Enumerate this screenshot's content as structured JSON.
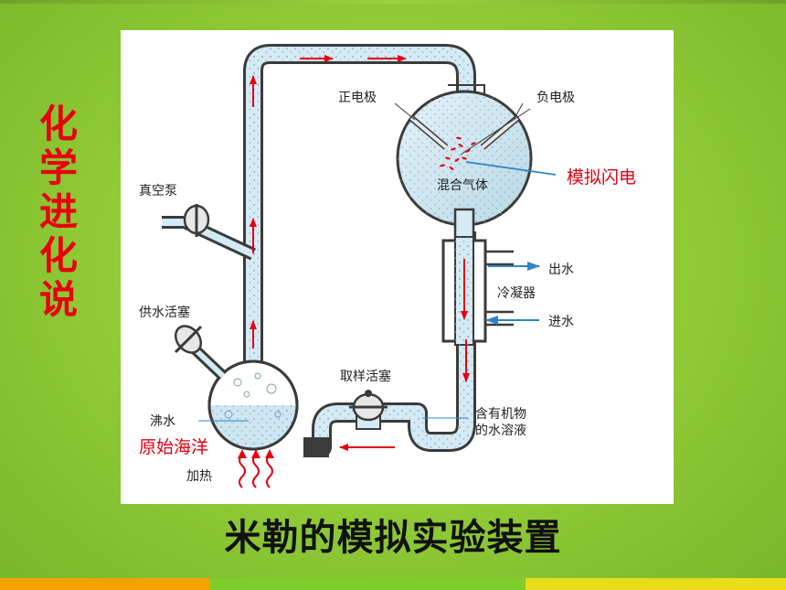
{
  "slide": {
    "vertical_title": "化学进化说",
    "caption": "米勒的模拟实验装置"
  },
  "diagram": {
    "labels": {
      "positive_electrode": "正电极",
      "negative_electrode": "负电极",
      "mixed_gas": "混合气体",
      "simulated_lightning": "模拟闪电",
      "vacuum_pump": "真空泵",
      "water_supply_stopcock": "供水活塞",
      "water_out": "出水",
      "condenser": "冷凝器",
      "water_in": "进水",
      "sampling_stopcock": "取样活塞",
      "boiling_water": "沸水",
      "primitive_ocean": "原始海洋",
      "organic_solution_line1": "含有机物",
      "organic_solution_line2": "的水溶液",
      "heating": "加热"
    }
  },
  "colors": {
    "title_red": "#e8000e",
    "arrow_red": "#e60012",
    "pointer_blue": "#2e84c6",
    "glass_fill": "#d4eaf4",
    "bar_orange": "#f4a400",
    "bar_green": "#7fcd2a",
    "bar_yellow": "#e8dd18"
  }
}
